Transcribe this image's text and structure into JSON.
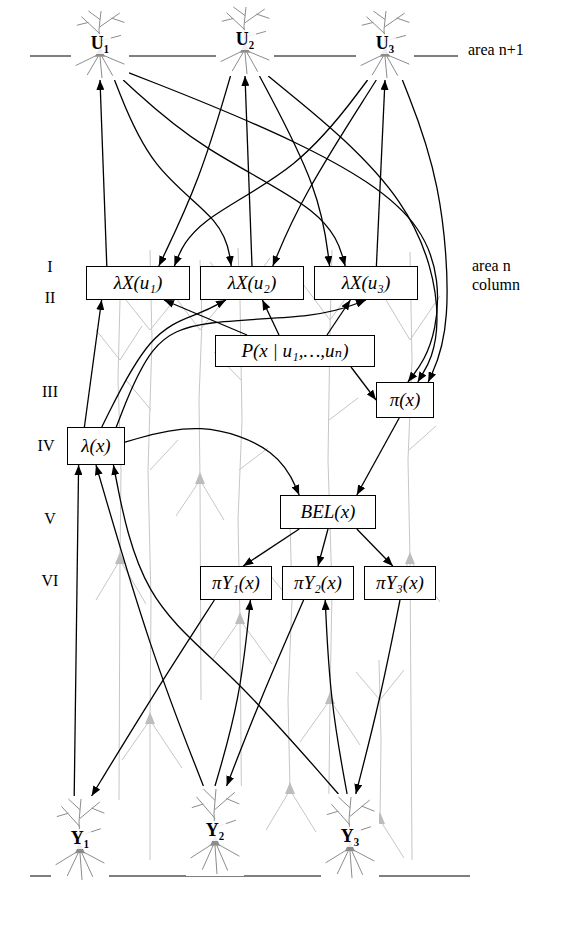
{
  "diagram": {
    "nodes": [
      {
        "text": [
          "U₁"
        ]
      },
      {
        "text": [
          "U₂"
        ]
      },
      {
        "text": [
          "U₃"
        ]
      },
      {
        "text": [
          "λX(u₁)"
        ]
      },
      {
        "text": [
          "λX(u₂)"
        ]
      },
      {
        "text": [
          "λX(u₃)"
        ]
      },
      {
        "text": [
          "P(x | u₁,…,uₙ)"
        ]
      },
      {
        "text": [
          "π(x)"
        ]
      },
      {
        "text": [
          "λ(x)"
        ]
      },
      {
        "text": [
          "BEL(x)"
        ]
      },
      {
        "text": [
          "πY₁(x)"
        ]
      },
      {
        "text": [
          "πY₂(x)"
        ]
      },
      {
        "text": [
          "πY₃(x)"
        ]
      },
      {
        "text": [
          "Y₁"
        ]
      },
      {
        "text": [
          "Y₂"
        ]
      },
      {
        "text": [
          "Y₃"
        ]
      }
    ],
    "edges": [
      {
        "from": 3,
        "to": 0,
        "arrow": "to"
      },
      {
        "from": 4,
        "to": 1,
        "arrow": "to"
      },
      {
        "from": 5,
        "to": 2,
        "arrow": "to"
      },
      {
        "from": 1,
        "to": 3,
        "arrow": "to"
      },
      {
        "from": 2,
        "to": 3,
        "arrow": "to"
      },
      {
        "from": 0,
        "to": 4,
        "arrow": "to"
      },
      {
        "from": 2,
        "to": 4,
        "arrow": "to"
      },
      {
        "from": 0,
        "to": 5,
        "arrow": "to"
      },
      {
        "from": 1,
        "to": 5,
        "arrow": "to"
      },
      {
        "from": 0,
        "to": 7,
        "arrow": "to"
      },
      {
        "from": 1,
        "to": 7,
        "arrow": "to"
      },
      {
        "from": 2,
        "to": 7,
        "arrow": "to"
      },
      {
        "from": 6,
        "to": 3,
        "arrow": "to"
      },
      {
        "from": 6,
        "to": 4,
        "arrow": "to"
      },
      {
        "from": 6,
        "to": 5,
        "arrow": "to"
      },
      {
        "from": 6,
        "to": 7,
        "arrow": "to"
      },
      {
        "from": 8,
        "to": 3,
        "arrow": "to"
      },
      {
        "from": 8,
        "to": 4,
        "arrow": "to"
      },
      {
        "from": 8,
        "to": 5,
        "arrow": "to"
      },
      {
        "from": 8,
        "to": 9,
        "arrow": "to"
      },
      {
        "from": 7,
        "to": 9,
        "arrow": "to"
      },
      {
        "from": 9,
        "to": 10,
        "arrow": "to"
      },
      {
        "from": 9,
        "to": 11,
        "arrow": "to"
      },
      {
        "from": 9,
        "to": 12,
        "arrow": "to"
      },
      {
        "from": 10,
        "to": 13,
        "arrow": "to"
      },
      {
        "from": 11,
        "to": 14,
        "arrow": "to"
      },
      {
        "from": 12,
        "to": 15,
        "arrow": "to"
      },
      {
        "from": 13,
        "to": 8,
        "arrow": "to"
      },
      {
        "from": 14,
        "to": 8,
        "arrow": "to"
      },
      {
        "from": 15,
        "to": 8,
        "arrow": "to"
      },
      {
        "from": 14,
        "to": 10,
        "arrow": "to"
      },
      {
        "from": 15,
        "to": 11,
        "arrow": "to"
      }
    ],
    "labels": [
      "area n+1",
      "I",
      "area n column",
      "II",
      "III",
      "IV",
      "V",
      "VI"
    ]
  }
}
